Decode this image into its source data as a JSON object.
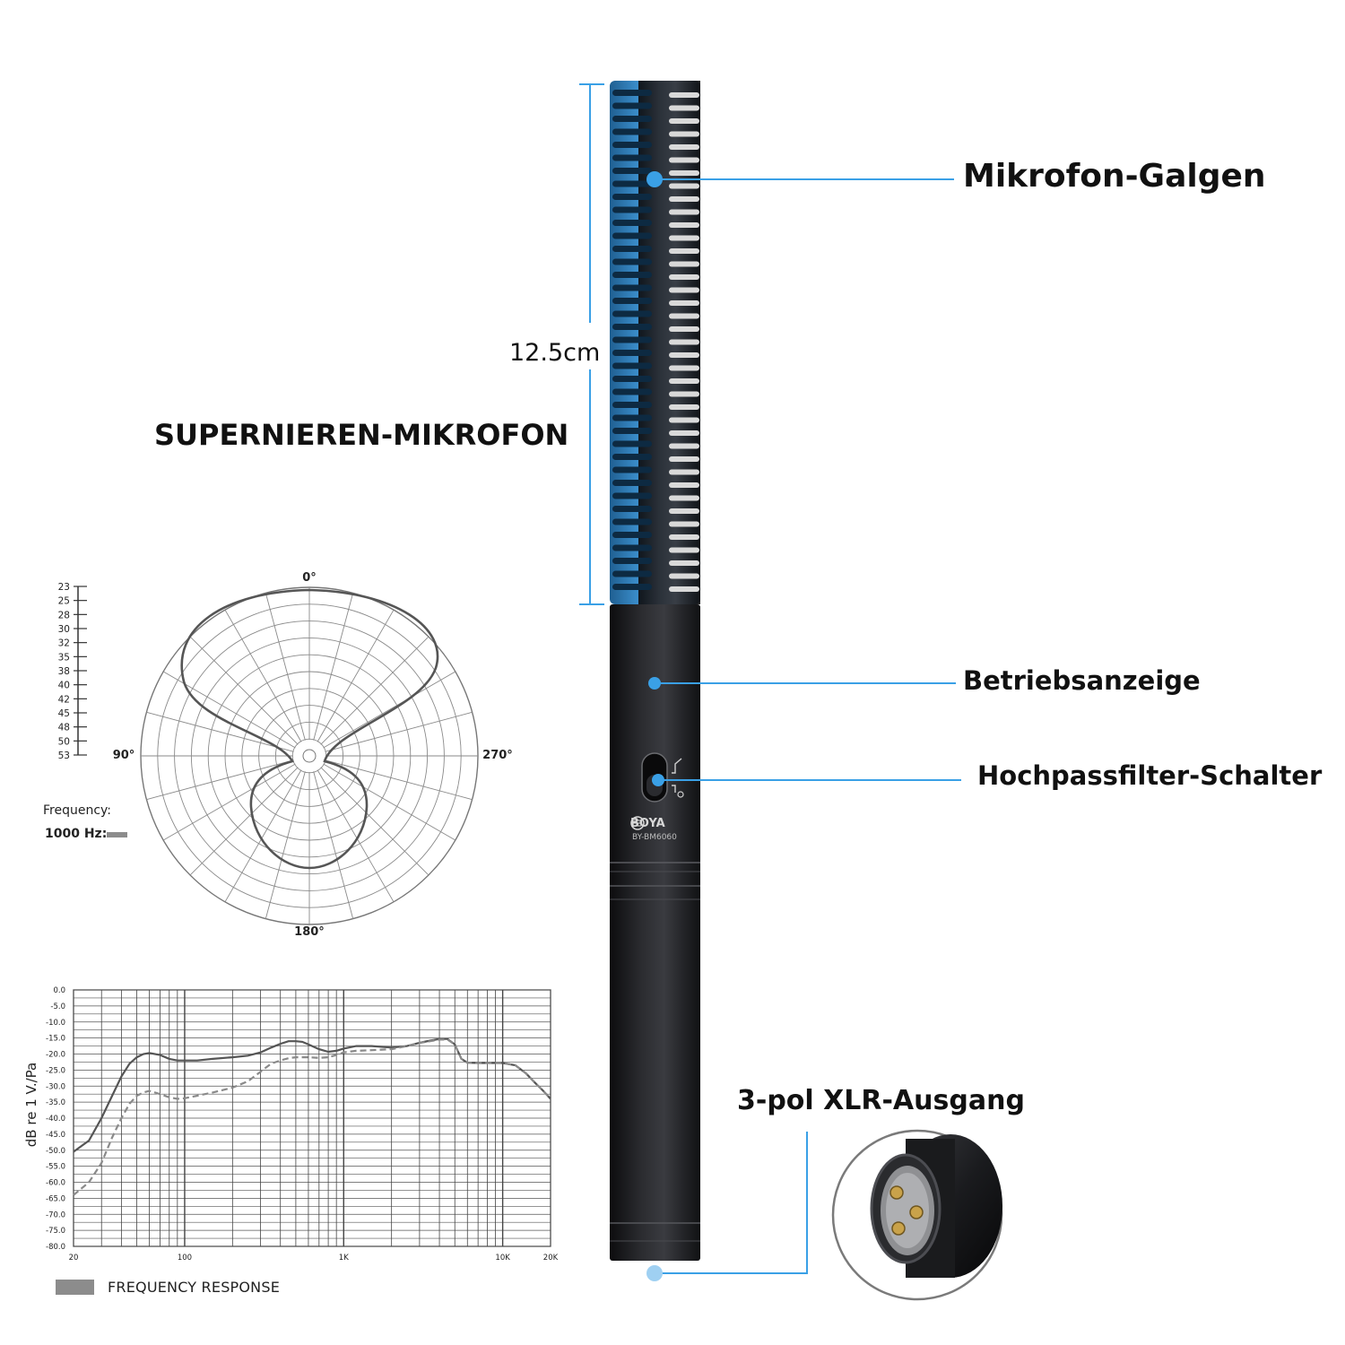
{
  "labels": {
    "mic_boom": "Mikrofon-Galgen",
    "power_indicator": "Betriebsanzeige",
    "highpass_switch": "Hochpassfilter-Schalter",
    "xlr_output": "3-pol XLR-Ausgang",
    "supercardioid": "SUPERNIEREN-MIKROFON",
    "length": "12.5cm"
  },
  "microphone": {
    "brand": "BOYA",
    "model": "BY-BM6060"
  },
  "colors": {
    "accent_blue": "#3aa0e6",
    "mic_body": "#1e1f22",
    "grille_blue": "#2f7bb5"
  },
  "polar_plot": {
    "angles": [
      "0°",
      "90°",
      "180°",
      "270°"
    ],
    "scale_ticks": [
      "23",
      "25",
      "28",
      "30",
      "32",
      "35",
      "38",
      "40",
      "42",
      "45",
      "48",
      "50",
      "53"
    ],
    "frequency_label": "Frequency:",
    "frequency_value": "1000 Hz:"
  },
  "chart_data": {
    "type": "line",
    "title": "",
    "ylabel": "dB re 1 V./Pa",
    "xlabel": "",
    "x_scale": "log",
    "xlim": [
      20,
      20000
    ],
    "ylim": [
      -80,
      0
    ],
    "x_ticks": [
      {
        "value": 20,
        "label": "20"
      },
      {
        "value": 100,
        "label": "100"
      },
      {
        "value": 1000,
        "label": "1K"
      },
      {
        "value": 10000,
        "label": "10K"
      },
      {
        "value": 20000,
        "label": "20K"
      }
    ],
    "y_ticks": [
      "0.0",
      "-5.0",
      "-10.0",
      "-15.0",
      "-20.0",
      "-25.0",
      "-30.0",
      "-35.0",
      "-40.0",
      "-45.0",
      "-50.0",
      "-55.0",
      "-60.0",
      "-65.0",
      "-70.0",
      "-75.0",
      "-80.0"
    ],
    "legend": "FREQUENCY RESPONSE",
    "grid": true,
    "series": [
      {
        "style": "solid",
        "points": [
          [
            20,
            -50.5
          ],
          [
            25,
            -47
          ],
          [
            30,
            -40
          ],
          [
            35,
            -33
          ],
          [
            40,
            -27
          ],
          [
            45,
            -23
          ],
          [
            50,
            -21
          ],
          [
            55,
            -20
          ],
          [
            60,
            -19.7
          ],
          [
            70,
            -20.3
          ],
          [
            80,
            -21.5
          ],
          [
            90,
            -22
          ],
          [
            100,
            -22
          ],
          [
            120,
            -22
          ],
          [
            150,
            -21.5
          ],
          [
            200,
            -21
          ],
          [
            250,
            -20.5
          ],
          [
            300,
            -19.5
          ],
          [
            350,
            -18
          ],
          [
            400,
            -16.8
          ],
          [
            450,
            -16
          ],
          [
            500,
            -16
          ],
          [
            550,
            -16.2
          ],
          [
            600,
            -17
          ],
          [
            700,
            -18.5
          ],
          [
            800,
            -19.3
          ],
          [
            900,
            -19
          ],
          [
            1000,
            -18.3
          ],
          [
            1200,
            -17.5
          ],
          [
            1500,
            -17.5
          ],
          [
            2000,
            -18
          ],
          [
            2500,
            -17.5
          ],
          [
            3000,
            -16.5
          ],
          [
            3500,
            -15.8
          ],
          [
            4000,
            -15.3
          ],
          [
            4500,
            -15.3
          ],
          [
            5000,
            -17
          ],
          [
            5500,
            -21.5
          ],
          [
            6000,
            -22.7
          ],
          [
            7000,
            -22.8
          ],
          [
            8000,
            -22.8
          ],
          [
            10000,
            -22.8
          ],
          [
            12000,
            -23.5
          ],
          [
            14000,
            -26
          ],
          [
            16000,
            -29
          ],
          [
            18000,
            -31.5
          ],
          [
            20000,
            -34
          ]
        ]
      },
      {
        "style": "dashed",
        "points": [
          [
            20,
            -64
          ],
          [
            25,
            -60
          ],
          [
            30,
            -54
          ],
          [
            35,
            -46
          ],
          [
            40,
            -40
          ],
          [
            45,
            -35.5
          ],
          [
            50,
            -33
          ],
          [
            55,
            -32
          ],
          [
            60,
            -31.5
          ],
          [
            70,
            -32.5
          ],
          [
            80,
            -33.5
          ],
          [
            90,
            -34
          ],
          [
            100,
            -33.8
          ],
          [
            120,
            -33
          ],
          [
            150,
            -32
          ],
          [
            200,
            -30.5
          ],
          [
            250,
            -28.5
          ],
          [
            300,
            -25.5
          ],
          [
            350,
            -23
          ],
          [
            400,
            -22
          ],
          [
            450,
            -21.3
          ],
          [
            500,
            -21
          ],
          [
            600,
            -21
          ],
          [
            700,
            -21.2
          ],
          [
            800,
            -21
          ],
          [
            900,
            -20.3
          ],
          [
            1000,
            -19.5
          ],
          [
            1200,
            -19
          ],
          [
            1500,
            -18.8
          ],
          [
            2000,
            -18.5
          ],
          [
            2500,
            -17.5
          ],
          [
            3000,
            -16.5
          ],
          [
            3500,
            -16
          ],
          [
            4000,
            -15.5
          ],
          [
            4500,
            -15.5
          ],
          [
            5000,
            -17
          ],
          [
            5500,
            -21.5
          ],
          [
            6000,
            -22.7
          ],
          [
            7000,
            -22.8
          ],
          [
            8000,
            -22.8
          ],
          [
            10000,
            -22.8
          ],
          [
            12000,
            -23.5
          ],
          [
            14000,
            -26
          ],
          [
            16000,
            -29
          ],
          [
            18000,
            -31.5
          ],
          [
            20000,
            -34
          ]
        ]
      }
    ]
  }
}
